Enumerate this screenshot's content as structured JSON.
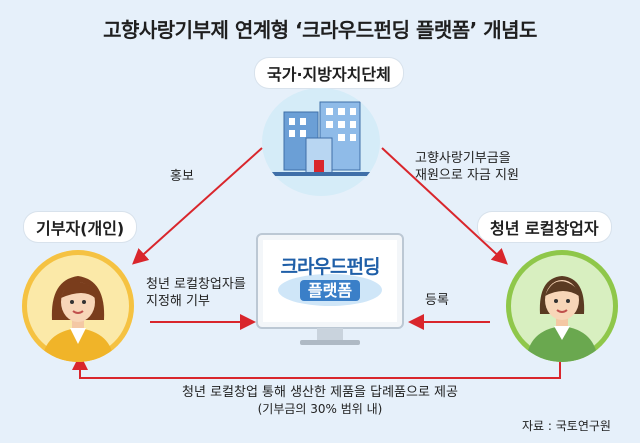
{
  "title": "고향사랑기부제 연계형 ‘크라우드펀딩 플랫폼’ 개념도",
  "nodes": {
    "government": "국가·지방자치단체",
    "donor": "기부자(개인)",
    "entrepreneur": "청년 로컬창업자",
    "platform_line1": "크라우드펀딩",
    "platform_line2": "플랫폼"
  },
  "flows": {
    "promotion": "홍보",
    "funding_line1": "고향사랑기부금을",
    "funding_line2": "재원으로 자금 지원",
    "designate_line1": "청년 로컬창업자를",
    "designate_line2": "지정해 기부",
    "register": "등록",
    "reward_line1": "청년 로컬창업 통해 생산한 제품을 답례품으로 제공",
    "reward_line2": "(기부금의 30% 범위 내)"
  },
  "source": "자료 : 국토연구원",
  "colors": {
    "background": "#e6f0fa",
    "arrow": "#d9262c",
    "circle_fill": "#d5ecf8",
    "donor_ring": "#f5c242",
    "entrepreneur_ring": "#8fc74a"
  }
}
